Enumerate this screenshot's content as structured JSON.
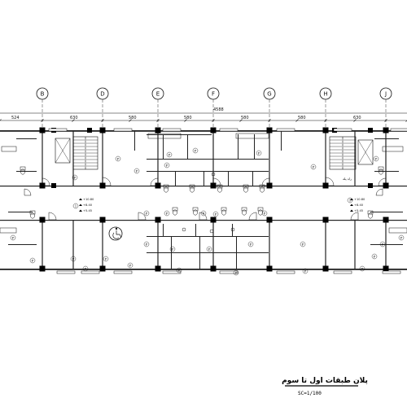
{
  "grid_axes": [
    "B",
    "D",
    "E",
    "F",
    "G",
    "H",
    "J"
  ],
  "dimensions": {
    "top": [
      "524",
      "630",
      "580",
      "580",
      "580",
      "580",
      "630"
    ],
    "overall": "4588"
  },
  "levels": {
    "left": [
      "+10.80",
      "+8.40",
      "+5.45"
    ],
    "right": [
      "+10.80",
      "+8.40",
      "+5.45"
    ]
  },
  "room_label": "P",
  "tag_label": "1",
  "stair_label": "راه پله",
  "title_block": {
    "title": "پلان طبقات اول تا سوم",
    "scale": "SC=1/100"
  }
}
